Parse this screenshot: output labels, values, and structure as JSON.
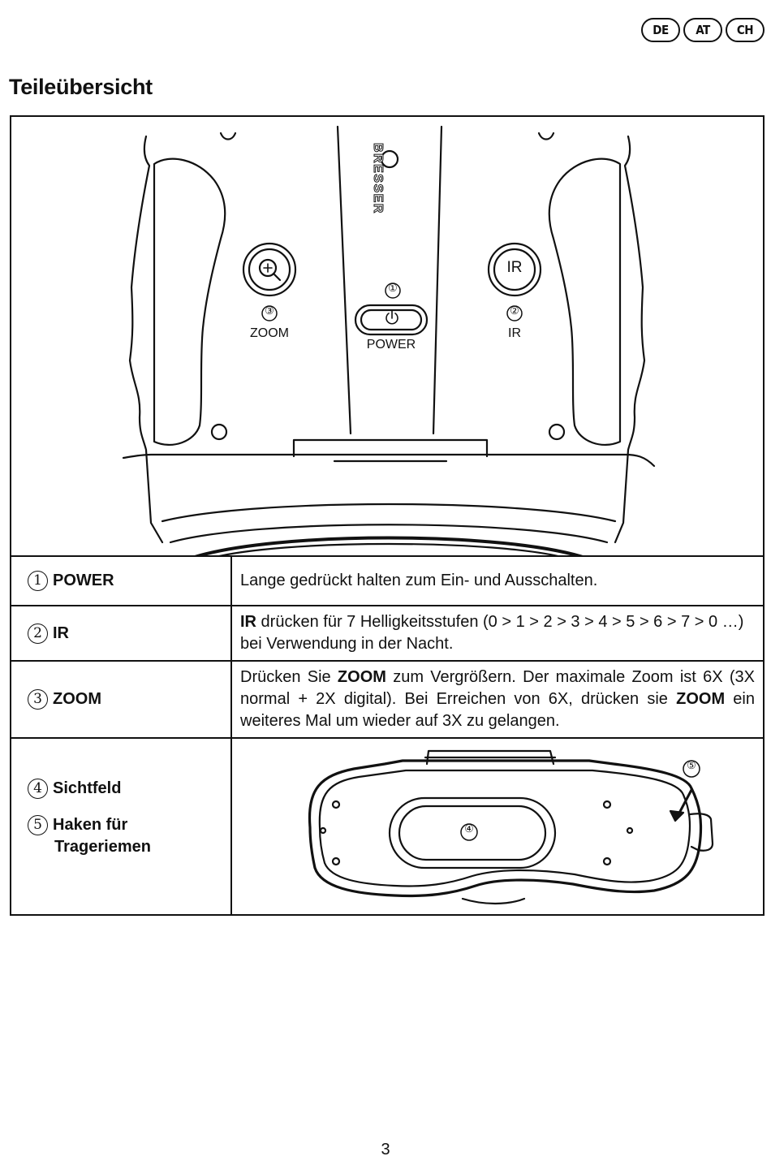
{
  "languages": [
    "DE",
    "AT",
    "CH"
  ],
  "title": "Teileübersicht",
  "diagram": {
    "brand": "BRESSER",
    "buttons": [
      {
        "number": "③",
        "label": "ZOOM"
      },
      {
        "number": "①",
        "label": "POWER"
      },
      {
        "number": "②",
        "label": "IR"
      }
    ],
    "ir_button_text": "IR",
    "front_view_labels": {
      "field_of_view": "④",
      "strap_hook": "⑤"
    }
  },
  "parts": [
    {
      "number": "1",
      "name": "POWER",
      "description": "Lange gedrückt halten zum Ein- und Ausschalten."
    },
    {
      "number": "2",
      "name": "IR",
      "description_bold": "IR",
      "description": " drücken für 7 Helligkeitsstufen (0 > 1 > 2 > 3 > 4 > 5 > 6 > 7 > 0 …) bei Verwendung in der Nacht."
    },
    {
      "number": "3",
      "name": "ZOOM",
      "description_pre": "Drücken Sie ",
      "description_bold1": "ZOOM",
      "description_mid": " zum Vergrößern. Der maximale Zoom ist 6X (3X normal + 2X digital). Bei Erreichen von 6X, drücken sie ",
      "description_bold2": "ZOOM",
      "description_post": " ein weiteres Mal um wieder auf 3X zu gelangen."
    },
    {
      "number": "4",
      "name": "Sichtfeld"
    },
    {
      "number": "5",
      "name_line1": "Haken für",
      "name_line2": "Trageriemen"
    }
  ],
  "page_number": "3"
}
